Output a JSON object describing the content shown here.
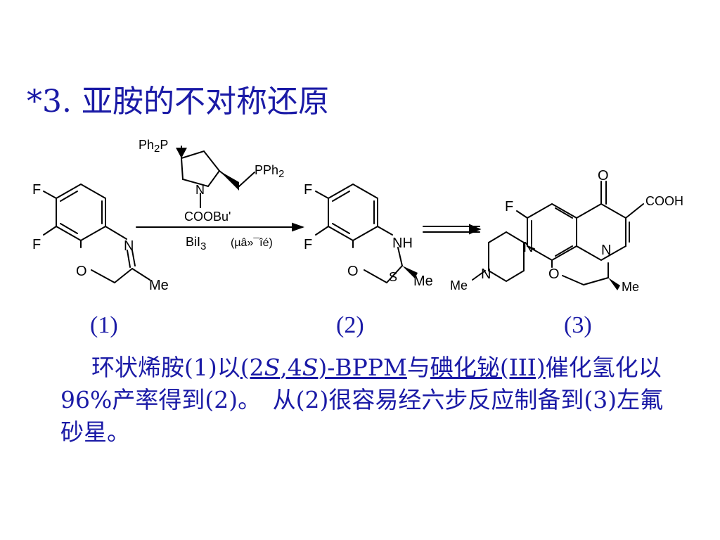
{
  "slide": {
    "title": "*3. 亚胺的不对称还原",
    "labels": {
      "c1": "(1)",
      "c2": "(2)",
      "c3": "(3)"
    },
    "paragraph": {
      "p1": "环状烯胺(1)以",
      "cat_open": "(2",
      "cat_s1": "S",
      "cat_mid": ",4",
      "cat_s2": "S",
      "cat_close": ")-BPPM",
      "p2": "与",
      "bi_name": "碘化铋(III)",
      "p3": "催化氢化以96%产率得到(2)。　从(2)很容易经六步反应制备到(3)左氟砂星。"
    }
  },
  "scheme": {
    "atoms": {
      "F": "F",
      "N": "N",
      "O": "O",
      "Me": "Me",
      "NH": "NH",
      "S": "S",
      "COOH": "COOH",
      "P": "P",
      "N_lig": "N",
      "PPh": "PPh"
    },
    "reagents": {
      "ph": "Ph",
      "sub2": "2",
      "boc": "COOBu'",
      "bii": "BiI",
      "sub3": "3",
      "cond": "(µâ»¯îé)"
    }
  }
}
